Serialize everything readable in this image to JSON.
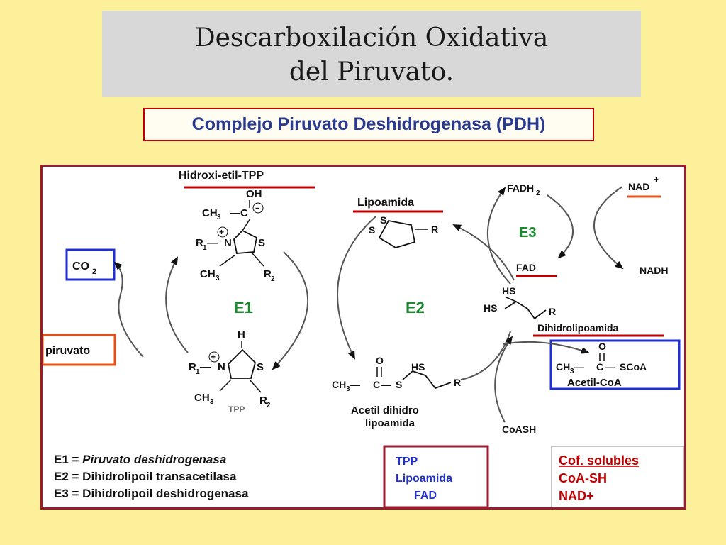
{
  "title": {
    "line1": "Descarboxilación  Oxidativa",
    "line2": "del Piruvato."
  },
  "subtitle": "Complejo Piruvato Deshidrogenasa (PDH)",
  "diagram": {
    "hidroxi_label": "Hidroxi-etil-TPP",
    "oh": "OH",
    "ch3_c": "CH",
    "r1": "R",
    "r2": "R",
    "s": "S",
    "n": "N",
    "h": "H",
    "ch3": "CH",
    "tpp_small": "TPP",
    "co2": "CO",
    "piruvato": "piruvato",
    "e1": "E1",
    "e2": "E2",
    "e3": "E3",
    "lipoamida": "Lipoamida",
    "dihidrolipoamida": "Dihidrolipoamida",
    "acetil_dihidro_1": "Acetil dihidro",
    "acetil_dihidro_2": "lipoamida",
    "fadh2": "FADH",
    "fad": "FAD",
    "nad_plus": "NAD",
    "nadh": "NADH",
    "hs": "HS",
    "r": "R",
    "o": "O",
    "c": "C",
    "scoa": "SCoA",
    "acetil_coa": "Acetil-CoA",
    "coash": "CoASH"
  },
  "legend": {
    "e1_prefix": "E1 = ",
    "e1_name": "Piruvato deshidrogenasa",
    "e2": "E2 = Dihidrolipoil transacetilasa",
    "e3": "E3 = Dihidrolipoil deshidrogenasa"
  },
  "cofactors": {
    "items": [
      "TPP",
      "Lipoamida",
      "FAD"
    ]
  },
  "soluble": {
    "title": "Cof. solubles",
    "items": [
      "CoA-SH",
      "NAD+"
    ]
  },
  "colors": {
    "accent_red": "#c00000",
    "blue_box": "#1f2fd0",
    "orange_box": "#e8501a",
    "enzyme_green": "#1c8a2e",
    "title_blue": "#2a3b8f"
  }
}
